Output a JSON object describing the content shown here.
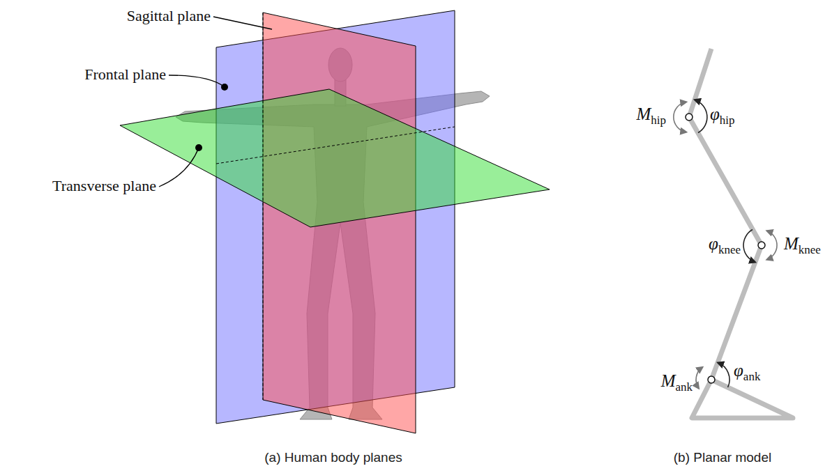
{
  "diagram": {
    "labels": [
      "Sagittal plane",
      "Frontal plane",
      "Transverse plane",
      "Mhip",
      "φhip",
      "φknee",
      "Mknee",
      "Mank",
      "φank",
      "(a) Human body planes",
      "(b) Planar model"
    ]
  }
}
